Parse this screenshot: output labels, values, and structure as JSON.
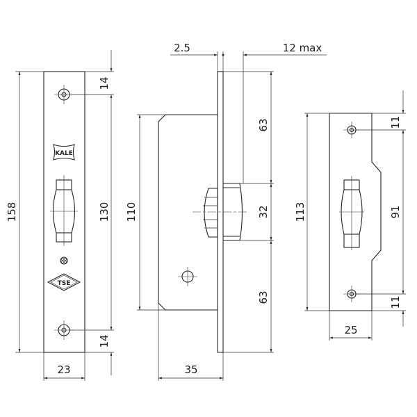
{
  "front_view": {
    "overall_height": "158",
    "screw_spacing": "130",
    "top_offset": "14",
    "bottom_offset": "14",
    "width": "23",
    "brand_logo": "KALE",
    "cert_logo": "TSE"
  },
  "side_view": {
    "plate_thickness": "2.5",
    "latch_projection": "12 max",
    "body_height": "110",
    "upper_distance": "63",
    "latch_height": "32",
    "lower_distance": "63",
    "backset": "35"
  },
  "strike_plate": {
    "height": "113",
    "top_offset": "11",
    "hole_spacing": "91",
    "bottom_offset": "11",
    "width": "25"
  },
  "colors": {
    "line": "#222222",
    "background": "#ffffff"
  }
}
